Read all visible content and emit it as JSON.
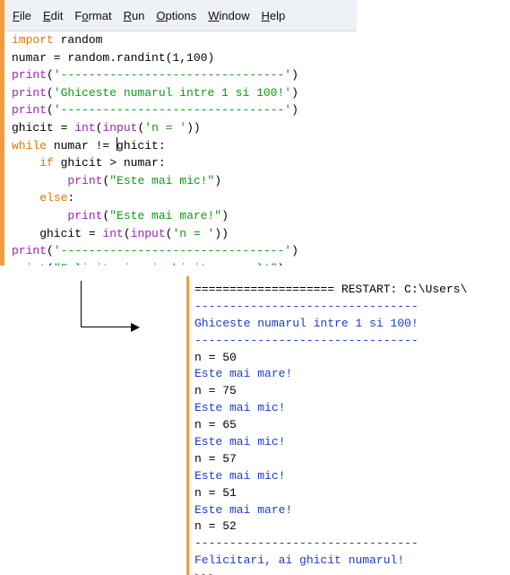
{
  "menu": [
    "File",
    "Edit",
    "Format",
    "Run",
    "Options",
    "Window",
    "Help"
  ],
  "menu_mnemonic_index": [
    0,
    0,
    1,
    0,
    0,
    0,
    0
  ],
  "editor": {
    "lines": [
      [
        [
          "kw",
          "import"
        ],
        [
          "plain",
          " random"
        ]
      ],
      [
        [
          "plain",
          "numar = random.randint(1,100)"
        ]
      ],
      [
        [
          "bi",
          "print"
        ],
        [
          "plain",
          "("
        ],
        [
          "str",
          "'--------------------------------'"
        ],
        [
          "plain",
          ")"
        ]
      ],
      [
        [
          "bi",
          "print"
        ],
        [
          "plain",
          "("
        ],
        [
          "str",
          "'Ghiceste numarul intre 1 si 100!'"
        ],
        [
          "plain",
          ")"
        ]
      ],
      [
        [
          "bi",
          "print"
        ],
        [
          "plain",
          "("
        ],
        [
          "str",
          "'--------------------------------'"
        ],
        [
          "plain",
          ")"
        ]
      ],
      [
        [
          "plain",
          "ghicit = "
        ],
        [
          "bi",
          "int"
        ],
        [
          "plain",
          "("
        ],
        [
          "bi",
          "input"
        ],
        [
          "plain",
          "("
        ],
        [
          "str",
          "'n = '"
        ],
        [
          "plain",
          "))"
        ]
      ],
      [
        [
          "kw",
          "while"
        ],
        [
          "plain",
          " numar != "
        ],
        [
          "caret",
          ""
        ],
        [
          "plain",
          "ghicit:"
        ]
      ],
      [
        [
          "plain",
          "    "
        ],
        [
          "kw",
          "if"
        ],
        [
          "plain",
          " ghicit > numar:"
        ]
      ],
      [
        [
          "plain",
          "        "
        ],
        [
          "bi",
          "print"
        ],
        [
          "plain",
          "("
        ],
        [
          "str",
          "\"Este mai mic!\""
        ],
        [
          "plain",
          ")"
        ]
      ],
      [
        [
          "plain",
          "    "
        ],
        [
          "kw",
          "else"
        ],
        [
          "plain",
          ":"
        ]
      ],
      [
        [
          "plain",
          "        "
        ],
        [
          "bi",
          "print"
        ],
        [
          "plain",
          "("
        ],
        [
          "str",
          "\"Este mai mare!\""
        ],
        [
          "plain",
          ")"
        ]
      ],
      [
        [
          "plain",
          "    ghicit = "
        ],
        [
          "bi",
          "int"
        ],
        [
          "plain",
          "("
        ],
        [
          "bi",
          "input"
        ],
        [
          "plain",
          "("
        ],
        [
          "str",
          "'n = '"
        ],
        [
          "plain",
          "))"
        ]
      ],
      [
        [
          "bi",
          "print"
        ],
        [
          "plain",
          "("
        ],
        [
          "str",
          "'--------------------------------'"
        ],
        [
          "plain",
          ")"
        ]
      ],
      [
        [
          "bi",
          "print"
        ],
        [
          "plain",
          "("
        ],
        [
          "str",
          "\"Felicitari, ai ghicit numarul!\""
        ],
        [
          "plain",
          ")"
        ]
      ]
    ]
  },
  "shell": {
    "lines": [
      [
        "input",
        "==================== RESTART: C:\\Users\\"
      ],
      [
        "stdout",
        "--------------------------------"
      ],
      [
        "stdout",
        "Ghiceste numarul intre 1 si 100!"
      ],
      [
        "stdout",
        "--------------------------------"
      ],
      [
        "input",
        "n = 50"
      ],
      [
        "stdout",
        "Este mai mare!"
      ],
      [
        "input",
        "n = 75"
      ],
      [
        "stdout",
        "Este mai mic!"
      ],
      [
        "input",
        "n = 65"
      ],
      [
        "stdout",
        "Este mai mic!"
      ],
      [
        "input",
        "n = 57"
      ],
      [
        "stdout",
        "Este mai mic!"
      ],
      [
        "input",
        "n = 51"
      ],
      [
        "stdout",
        "Este mai mare!"
      ],
      [
        "input",
        "n = 52"
      ],
      [
        "stdout",
        "--------------------------------"
      ],
      [
        "stdout",
        "Felicitari, ai ghicit numarul!"
      ],
      [
        "prompt",
        ">>>"
      ]
    ]
  },
  "colors": {
    "keyword": "#e07800",
    "builtin": "#9a26b4",
    "string": "#119911",
    "stdout": "#1b3ccc",
    "prompt": "#8a2a1a",
    "window_accent": "#f39c3f"
  }
}
